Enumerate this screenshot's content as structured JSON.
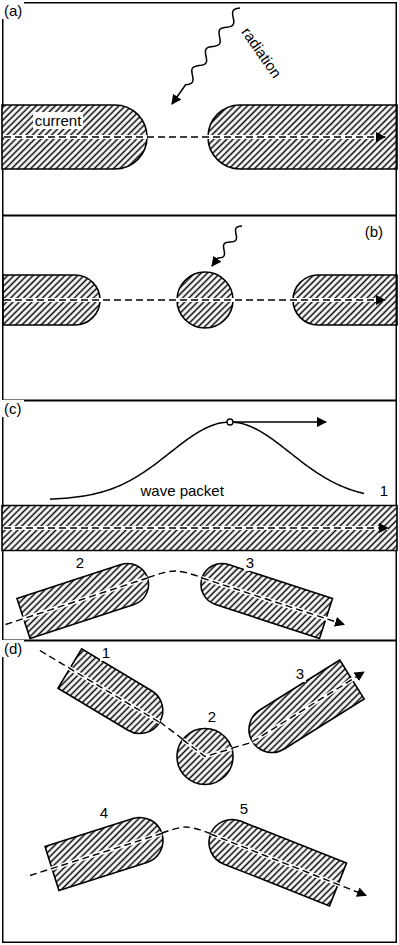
{
  "diagram": {
    "nodes": [
      {
        "text": [
          "(a)"
        ]
      },
      {
        "text": [
          "current"
        ],
        "in": 0
      },
      {
        "text": [
          "(b)"
        ]
      },
      {
        "text": [
          "(c)"
        ]
      },
      {
        "text": [
          "1"
        ],
        "in": 3
      },
      {
        "text": [
          "2"
        ],
        "in": 3
      },
      {
        "text": [
          "3"
        ],
        "in": 3
      },
      {
        "text": [
          "(d)"
        ]
      },
      {
        "text": [
          "1"
        ],
        "in": 7
      },
      {
        "text": [
          "2"
        ],
        "in": 7
      },
      {
        "text": [
          "3"
        ],
        "in": 7
      },
      {
        "text": [
          "4"
        ],
        "in": 7
      },
      {
        "text": [
          "5"
        ],
        "in": 7
      }
    ],
    "edges": [
      {
        "from": 5,
        "to": 6,
        "arrow": "none"
      },
      {
        "from": 8,
        "to": 9,
        "arrow": "none"
      },
      {
        "from": 9,
        "to": 10,
        "arrow": "none"
      },
      {
        "from": 11,
        "to": 12,
        "arrow": "none"
      }
    ],
    "labels": [
      "radiation",
      "wave packet"
    ]
  }
}
